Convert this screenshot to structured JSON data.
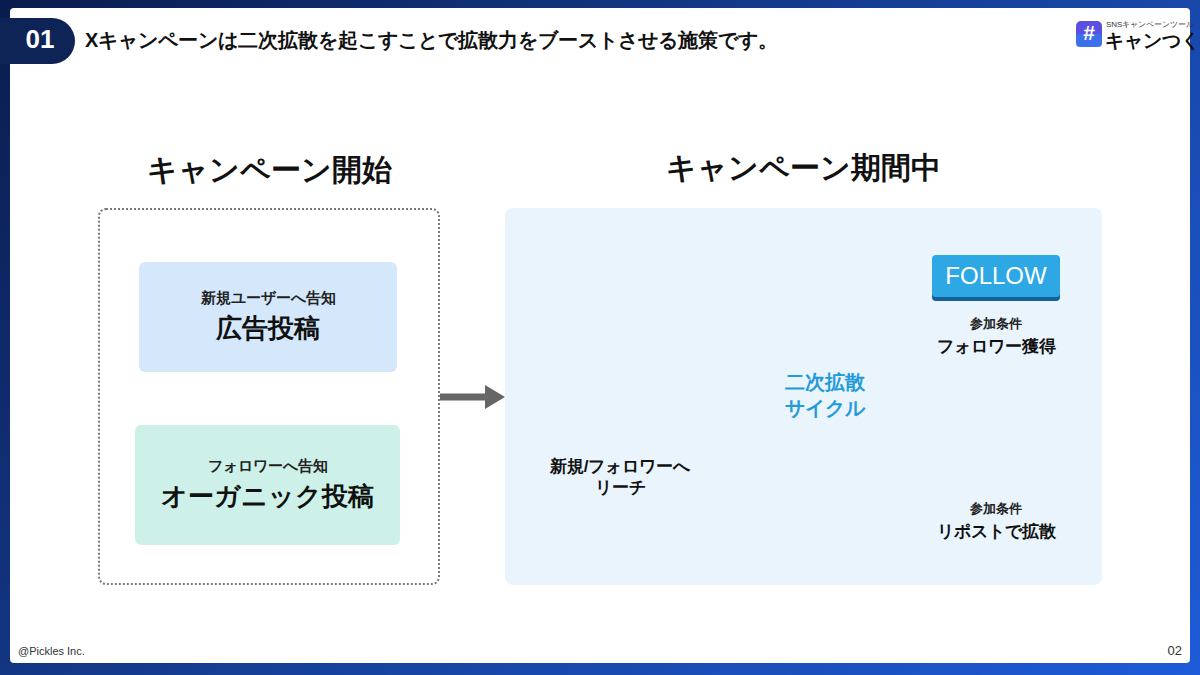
{
  "diagram": {
    "title": "Xキャンペーンは二次拡散を起こすことで拡散力をブーストさせる施策です。",
    "nodes": [
      {
        "text": [
          "キャンペーン開始"
        ]
      },
      {
        "text": [
          "新規ユーザーへ告知",
          "広告投稿"
        ],
        "in": 0
      },
      {
        "text": [
          "フォロワーへ告知",
          "オーガニック投稿"
        ],
        "in": 0
      },
      {
        "text": [
          "キャンペーン期間中"
        ]
      },
      {
        "text": [
          "二次拡散 サイクル"
        ],
        "in": 3
      },
      {
        "text": [
          "FOLLOW"
        ],
        "in": 3
      }
    ],
    "edges": [
      {
        "from": 0,
        "to": 3,
        "arrow": "to"
      }
    ],
    "labels": [
      "01",
      "#",
      "SNSキャンペーンツール",
      "キャンつく",
      "新規/フォロワーへ リーチ",
      "参加条件",
      "フォロワー獲得",
      "参加条件",
      "リポストで拡散",
      "@Pickles Inc.",
      "02"
    ]
  }
}
